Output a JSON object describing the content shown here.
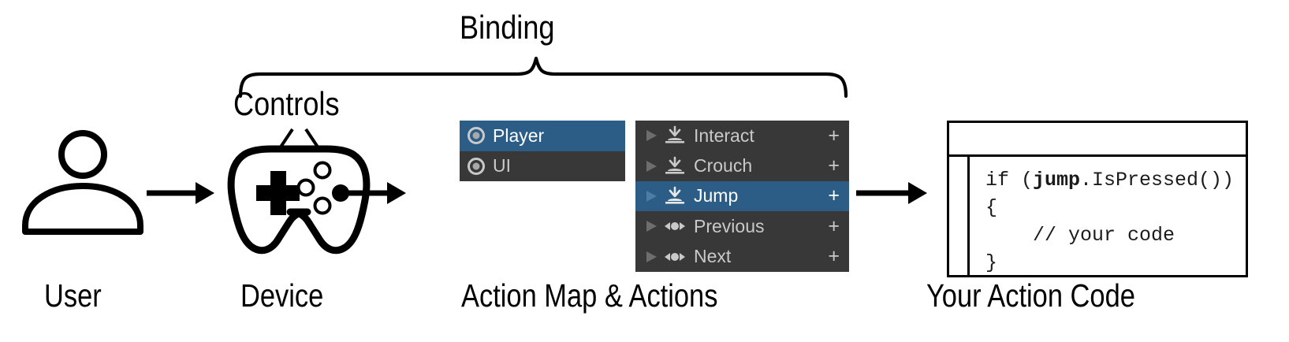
{
  "diagram": {
    "title_top": "Binding",
    "controls_label": "Controls",
    "captions": {
      "user": "User",
      "device": "Device",
      "action_map": "Action Map & Actions",
      "code": "Your Action Code"
    }
  },
  "action_maps": {
    "icon": "action-map-circle-icon",
    "items": [
      {
        "label": "Player",
        "selected": true
      },
      {
        "label": "UI",
        "selected": false
      }
    ]
  },
  "actions": {
    "add_label": "+",
    "disclosure_icon": "disclosure-triangle-icon",
    "items": [
      {
        "label": "Interact",
        "icon": "button-action-icon",
        "selected": false,
        "add": "+"
      },
      {
        "label": "Crouch",
        "icon": "button-action-icon",
        "selected": false,
        "add": "+"
      },
      {
        "label": "Jump",
        "icon": "button-action-icon",
        "selected": true,
        "add": "+"
      },
      {
        "label": "Previous",
        "icon": "axis-action-icon",
        "selected": false,
        "add": "+"
      },
      {
        "label": "Next",
        "icon": "axis-action-icon",
        "selected": false,
        "add": "+"
      }
    ]
  },
  "code_window": {
    "lines": [
      {
        "pre": "if (",
        "bold": "jump",
        "post": ".IsPressed())"
      },
      {
        "pre": "{",
        "bold": "",
        "post": ""
      },
      {
        "pre": "    // your code",
        "bold": "",
        "post": ""
      },
      {
        "pre": "}",
        "bold": "",
        "post": ""
      }
    ]
  },
  "colors": {
    "selection_blue": "#2c5d86",
    "panel_dark": "#383838",
    "panel_dark_alt": "#333333",
    "row_text": "#c9c9c9",
    "stroke_black": "#000000",
    "background": "#ffffff"
  },
  "icons": {
    "user": "user-person-icon",
    "device": "gamepad-controller-icon",
    "arrow": "arrow-right-icon",
    "brace": "curly-brace-icon"
  }
}
